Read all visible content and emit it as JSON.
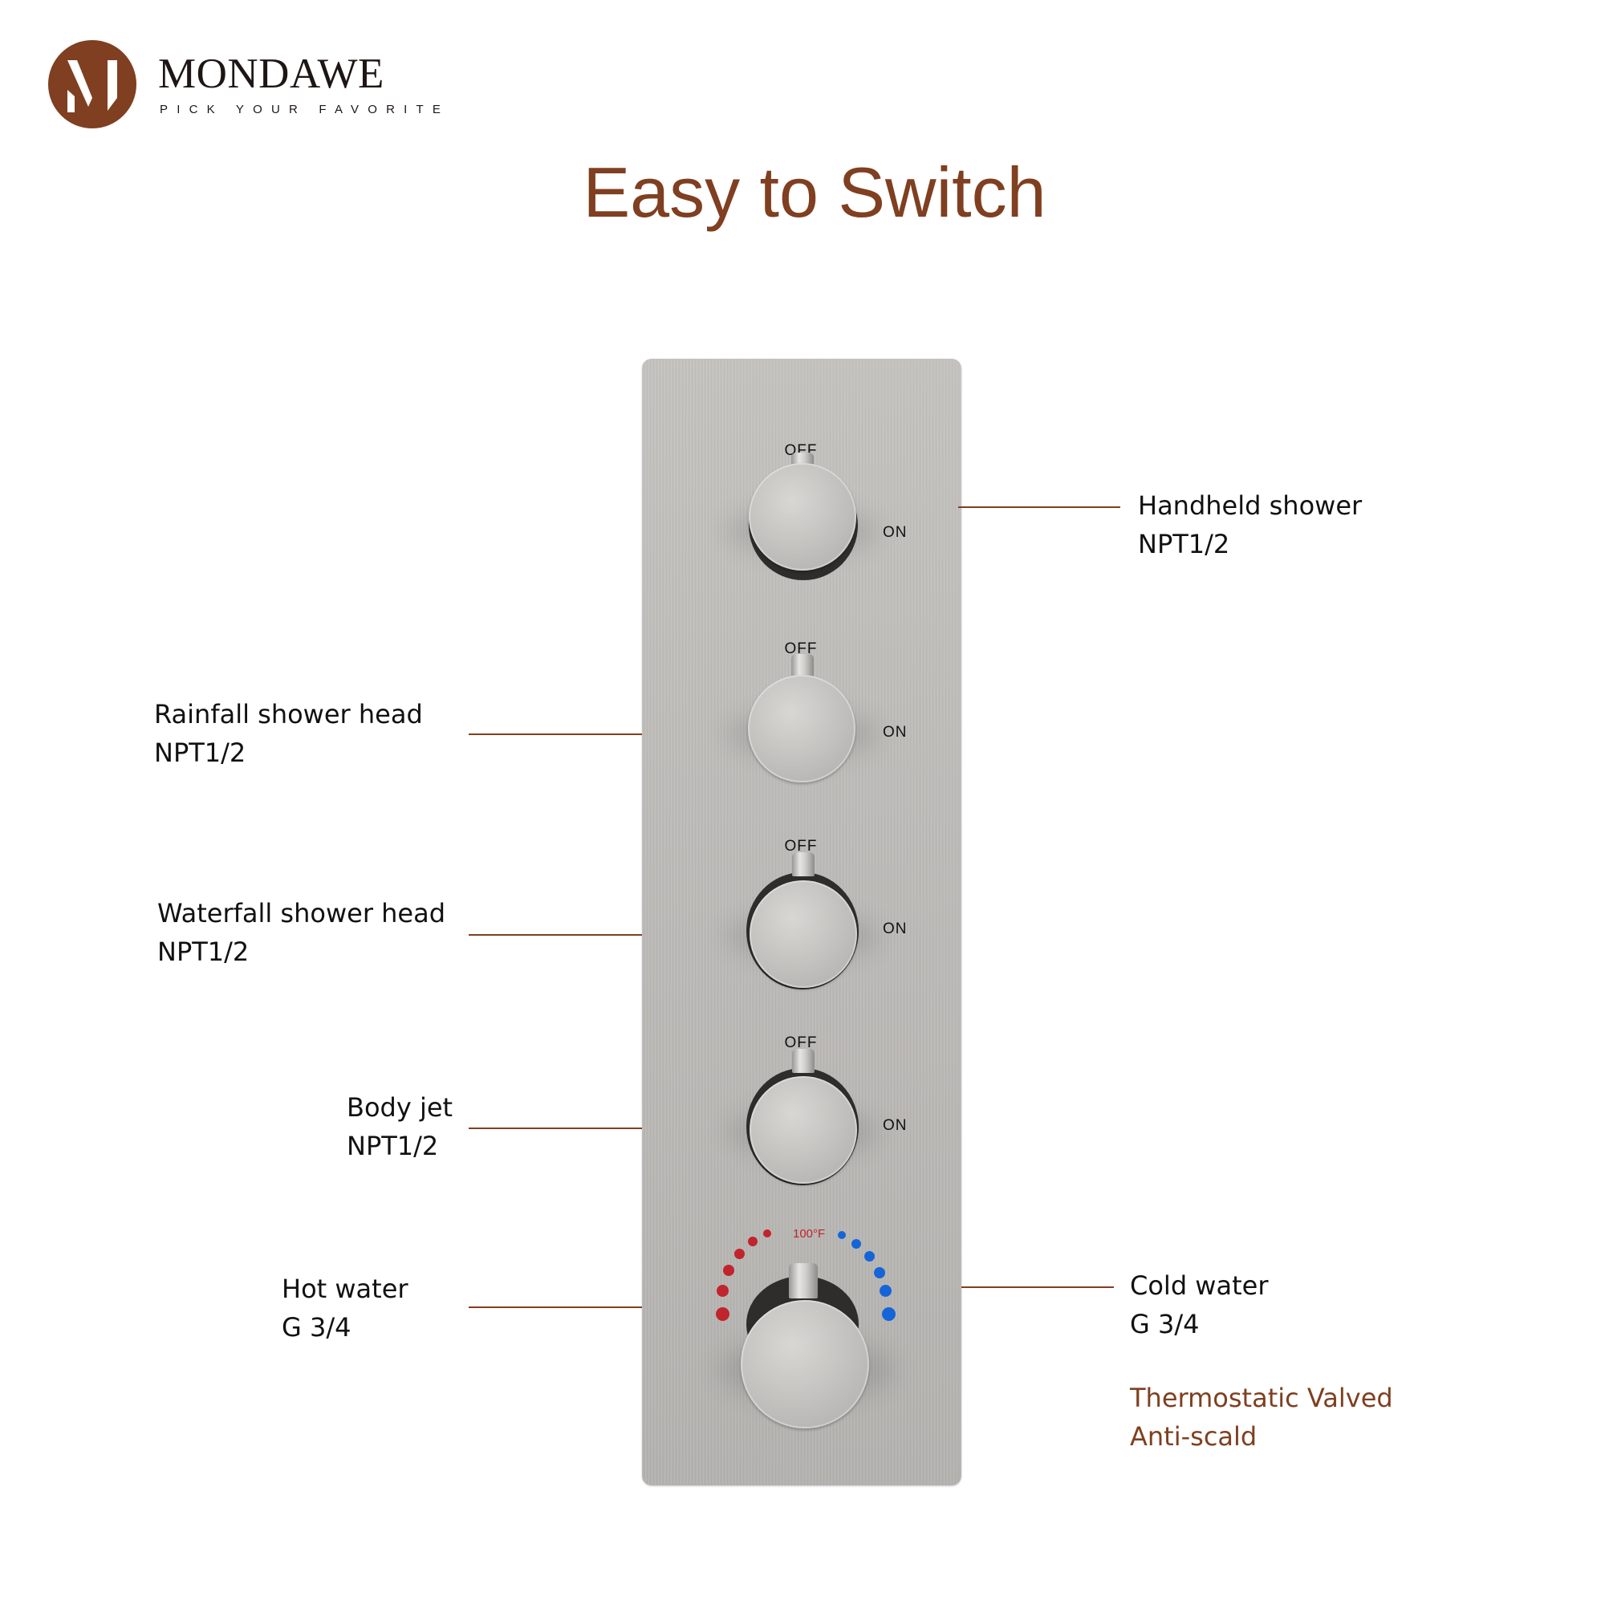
{
  "colors": {
    "brand": "#7f3f20",
    "hot": "#c0242c",
    "cold": "#1565d8",
    "panel": "#bdbbb8"
  },
  "brand": {
    "name": "MONDAWE",
    "tagline": "PICK YOUR FAVORITE",
    "logo_icon": "m-monogram-icon"
  },
  "page": {
    "title": "Easy to Switch"
  },
  "panel": {
    "diverters": [
      {
        "off_label": "OFF",
        "on_label": "ON",
        "outlet": "Handheld shower"
      },
      {
        "off_label": "OFF",
        "on_label": "ON",
        "outlet": "Rainfall shower head"
      },
      {
        "off_label": "OFF",
        "on_label": "ON",
        "outlet": "Waterfall shower head"
      },
      {
        "off_label": "OFF",
        "on_label": "ON",
        "outlet": "Body jet"
      }
    ],
    "thermostat": {
      "temp_label": "100°F",
      "hot_dots": 6,
      "cold_dots": 6
    }
  },
  "callouts": {
    "handheld": {
      "name": "Handheld shower",
      "spec": "NPT1/2"
    },
    "rainfall": {
      "name": "Rainfall shower head",
      "spec": "NPT1/2"
    },
    "waterfall": {
      "name": "Waterfall shower head",
      "spec": "NPT1/2"
    },
    "body_jet": {
      "name": "Body jet",
      "spec": "NPT1/2"
    },
    "hot_water": {
      "name": "Hot water",
      "spec": "G 3/4"
    },
    "cold_water": {
      "name": "Cold water",
      "spec": "G 3/4"
    },
    "feature": {
      "line1": "Thermostatic Valved",
      "line2": "Anti-scald"
    }
  }
}
